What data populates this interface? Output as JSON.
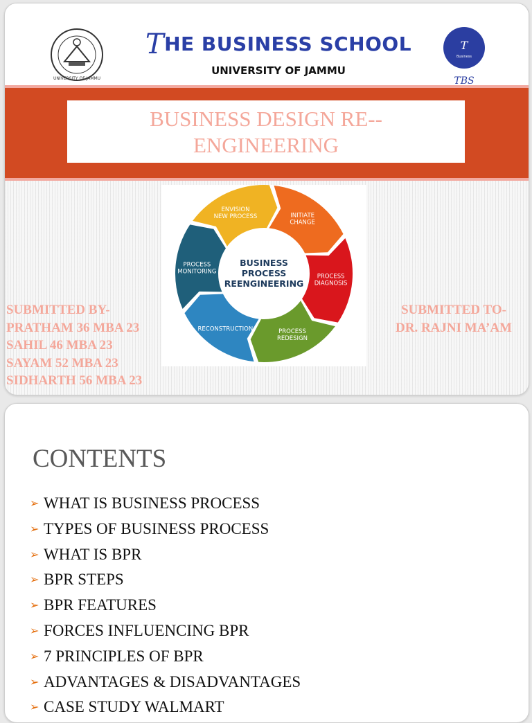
{
  "slide1": {
    "school_name_initial": "T",
    "school_name_rest": "HE BUSINESS SCHOOL",
    "university": "UNIVERSITY OF JAMMU",
    "logo_left_text": "UNIVERSITY OF JAMMU",
    "logo_right_text": "TBS",
    "title_line1": "BUSINESS DESIGN RE--",
    "title_line2": "ENGINEERING",
    "diagram": {
      "center": [
        "BUSINESS",
        "PROCESS",
        "REENGINEERING"
      ],
      "segments": [
        {
          "label": [
            "ENVISION",
            "NEW PROCESS"
          ],
          "color": "#f0b323"
        },
        {
          "label": [
            "INITIATE",
            "CHANGE"
          ],
          "color": "#ee6b1f"
        },
        {
          "label": [
            "PROCESS",
            "DIAGNOSIS"
          ],
          "color": "#d9161c"
        },
        {
          "label": [
            "PROCESS",
            "REDESIGN"
          ],
          "color": "#6a9a2c"
        },
        {
          "label": [
            "RECONSTRUCTION"
          ],
          "color": "#2e86c1"
        },
        {
          "label": [
            "PROCESS",
            "MONITORING"
          ],
          "color": "#1f5f7a"
        }
      ]
    },
    "submitted_by": {
      "heading": "SUBMITTED BY-",
      "members": [
        "PRATHAM 36 MBA 23",
        "SAHIL 46 MBA 23",
        "SAYAM 52 MBA 23",
        "SIDHARTH 56 MBA 23"
      ]
    },
    "submitted_to": {
      "heading": "SUBMITTED TO-",
      "name": "DR. RAJNI MA’AM"
    },
    "colors": {
      "band": "#d24a22",
      "accent_text": "#f4a79a",
      "school_blue": "#2a3fa6"
    }
  },
  "slide2": {
    "heading": "CONTENTS",
    "items": [
      "WHAT IS BUSINESS PROCESS",
      "TYPES OF BUSINESS PROCESS",
      "WHAT IS BPR",
      "BPR STEPS",
      "BPR FEATURES",
      "FORCES INFLUENCING BPR",
      "7 PRINCIPLES OF BPR",
      "ADVANTAGES & DISADVANTAGES",
      "CASE STUDY WALMART"
    ],
    "bullet_icon": "arrow-right-icon",
    "bullet_color": "#e46c0a"
  }
}
